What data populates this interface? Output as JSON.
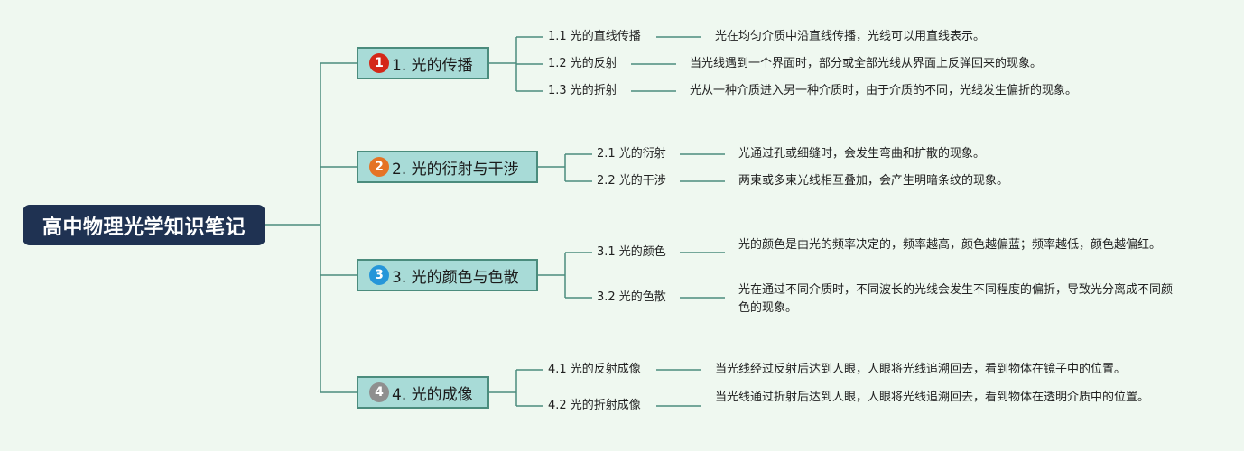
{
  "root": {
    "title": "高中物理光学知识笔记"
  },
  "branches": [
    {
      "label": "1. 光的传播",
      "icon": {
        "name": "number-1-icon",
        "text": "1",
        "color": "#d42718"
      },
      "items": [
        {
          "label": "1.1 光的直线传播",
          "text": "光在均匀介质中沿直线传播，光线可以用直线表示。"
        },
        {
          "label": "1.2 光的反射",
          "text": "当光线遇到一个界面时，部分或全部光线从界面上反弹回来的现象。"
        },
        {
          "label": "1.3 光的折射",
          "text": "光从一种介质进入另一种介质时，由于介质的不同，光线发生偏折的现象。"
        }
      ]
    },
    {
      "label": "2. 光的衍射与干涉",
      "icon": {
        "name": "number-2-icon",
        "text": "2",
        "color": "#e57325"
      },
      "items": [
        {
          "label": "2.1 光的衍射",
          "text": "光通过孔或细缝时，会发生弯曲和扩散的现象。"
        },
        {
          "label": "2.2 光的干涉",
          "text": "两束或多束光线相互叠加，会产生明暗条纹的现象。"
        }
      ]
    },
    {
      "label": "3. 光的颜色与色散",
      "icon": {
        "name": "number-3-icon",
        "text": "3",
        "color": "#2696d9"
      },
      "items": [
        {
          "label": "3.1 光的颜色",
          "text": "光的颜色是由光的频率决定的，频率越高，颜色越偏蓝；频率越低，颜色越偏红。"
        },
        {
          "label": "3.2 光的色散",
          "text": "光在通过不同介质时，不同波长的光线会发生不同程度的偏折，导致光分离成不同颜色的现象。"
        }
      ]
    },
    {
      "label": "4. 光的成像",
      "icon": {
        "name": "number-4-icon",
        "text": "4",
        "color": "#8f8f8f"
      },
      "items": [
        {
          "label": "4.1 光的反射成像",
          "text": "当光线经过反射后达到人眼，人眼将光线追溯回去，看到物体在镜子中的位置。"
        },
        {
          "label": "4.2 光的折射成像",
          "text": "当光线通过折射后达到人眼，人眼将光线追溯回去，看到物体在透明介质中的位置。"
        }
      ]
    }
  ],
  "colors": {
    "line": "#4b8c7d",
    "root_bg": "#1f3252",
    "branch_bg": "#a8dbd7",
    "background": "#eff8f0"
  }
}
